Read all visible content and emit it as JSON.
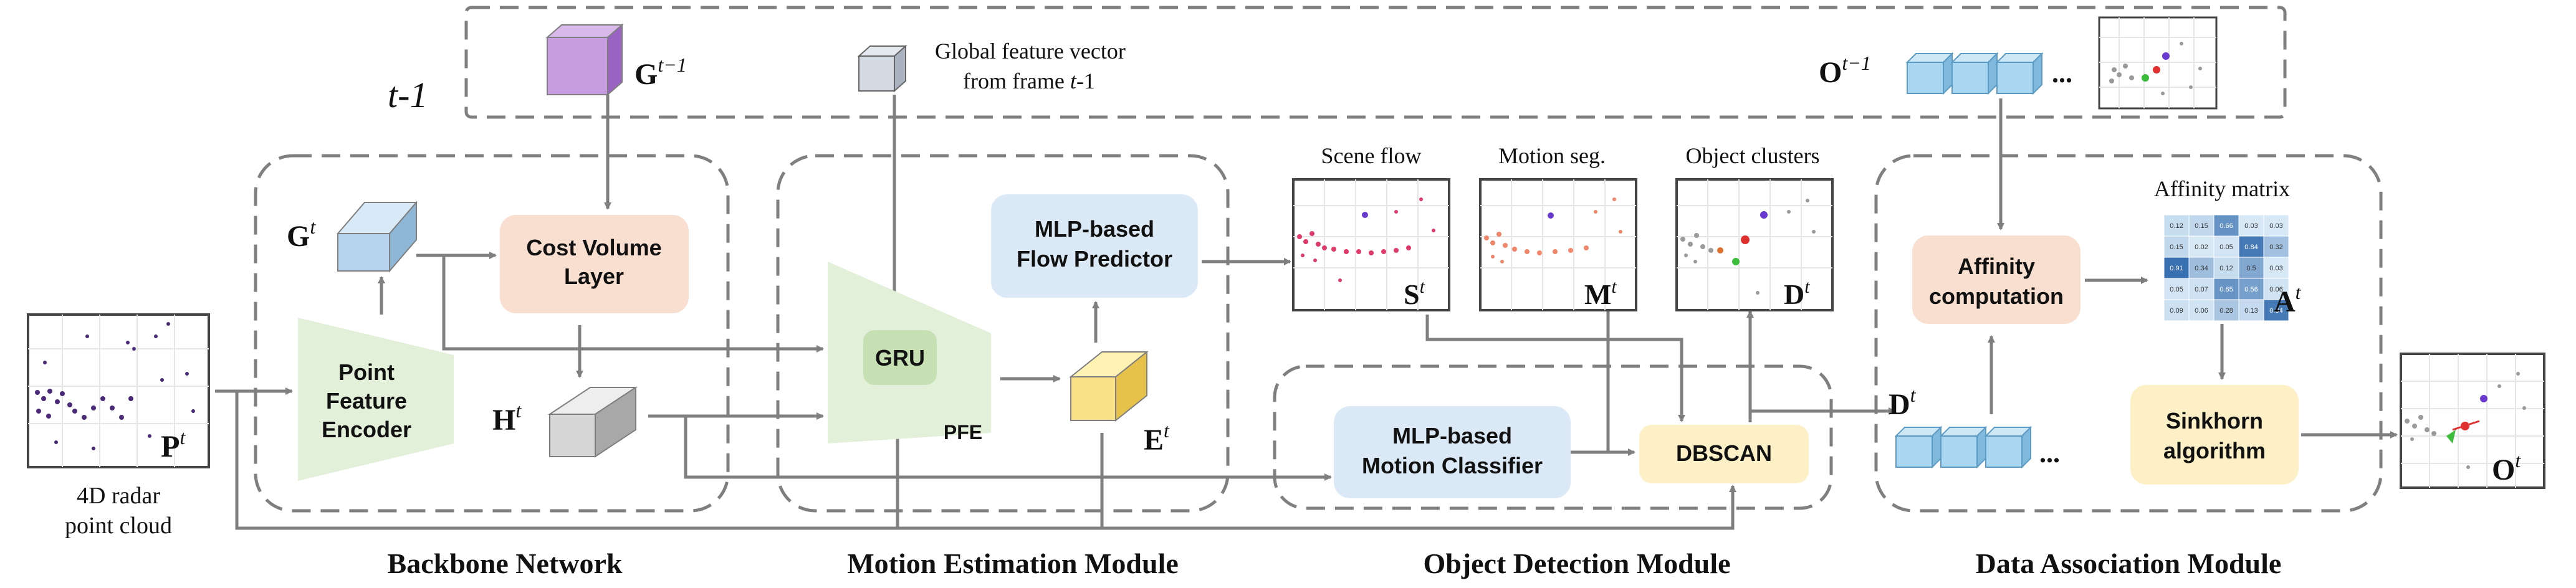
{
  "prev_frame": {
    "label": "t-1",
    "g_prev": "G",
    "g_prev_sup": "t−1",
    "global_vector_label_line1": "Global feature vector",
    "global_vector_label_line2": "from frame ",
    "global_vector_label_t": "t",
    "global_vector_label_suffix": "-1",
    "o_prev": "O",
    "o_prev_sup": "t−1",
    "ellipsis": "..."
  },
  "input": {
    "p_label": "P",
    "p_sup": "t",
    "caption_line1": "4D radar",
    "caption_line2": "point cloud"
  },
  "backbone": {
    "title": "Backbone Network",
    "encoder_line1": "Point",
    "encoder_line2": "Feature",
    "encoder_line3": "Encoder",
    "cost_volume_line1": "Cost Volume",
    "cost_volume_line2": "Layer",
    "g_label": "G",
    "g_sup": "t",
    "h_label": "H",
    "h_sup": "t"
  },
  "motion": {
    "title": "Motion Estimation Module",
    "gru": "GRU",
    "pfe": "PFE",
    "flow_line1": "MLP-based",
    "flow_line2": "Flow Predictor",
    "e_label": "E",
    "e_sup": "t"
  },
  "detection": {
    "title": "Object Detection Module",
    "scene_flow": "Scene flow",
    "motion_seg": "Motion seg.",
    "object_clusters": "Object clusters",
    "s_label": "S",
    "s_sup": "t",
    "m_label": "M",
    "m_sup": "t",
    "d_label": "D",
    "d_sup": "t",
    "classifier_line1": "MLP-based",
    "classifier_line2": "Motion Classifier",
    "dbscan": "DBSCAN"
  },
  "association": {
    "title": "Data Association Module",
    "affinity_line1": "Affinity",
    "affinity_line2": "computation",
    "affinity_matrix": "Affinity matrix",
    "a_label": "A",
    "a_sup": "t",
    "d_label": "D",
    "d_sup": "t",
    "ellipsis": "...",
    "sinkhorn_line1": "Sinkhorn",
    "sinkhorn_line2": "algorithm",
    "o_label": "O",
    "o_sup": "t",
    "matrix_values": [
      [
        "0.12",
        "0.15",
        "0.66",
        "0.03",
        "0.03"
      ],
      [
        "0.15",
        "0.02",
        "0.05",
        "0.84",
        "0.32"
      ],
      [
        "0.91",
        "0.34",
        "0.12",
        "0.5",
        "0.03"
      ],
      [
        "0.05",
        "0.07",
        "0.65",
        "0.56",
        "0.06"
      ],
      [
        "0.09",
        "0.06",
        "0.28",
        "0.13",
        "0.84"
      ]
    ]
  },
  "colors": {
    "box_orange": "#f9dfd0",
    "box_blue": "#dbe9f6",
    "box_green": "#c6e0b4",
    "box_yellow": "#fdf0c6",
    "trapezoid_green": "#e2efd9",
    "arrow": "#7f7f7f",
    "dashed": "#7f7f7f"
  }
}
